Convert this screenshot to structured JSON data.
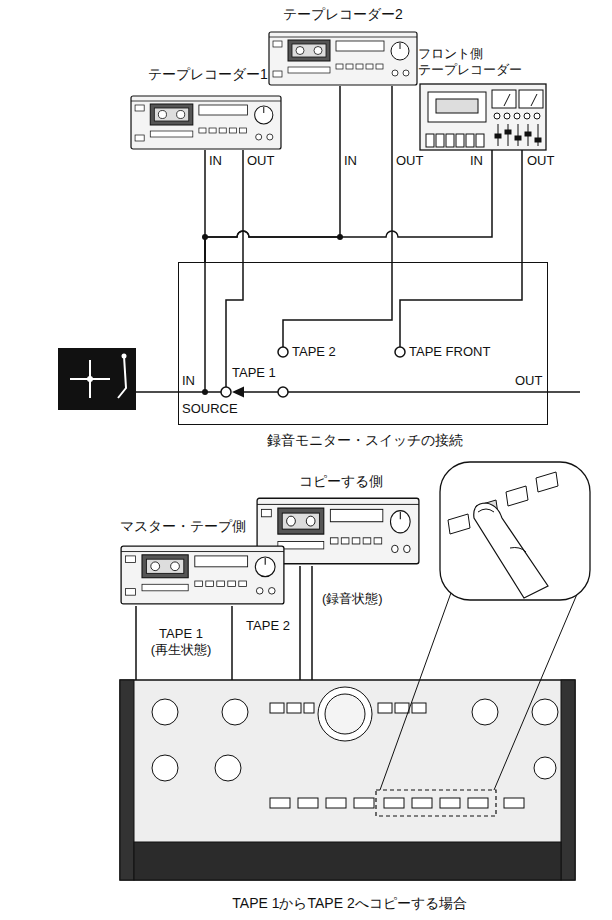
{
  "diagram": {
    "nodes": [
      {
        "text": [
          "テープレコーダー2"
        ]
      },
      {
        "text": [
          "テープレコーダー1"
        ]
      },
      {
        "text": [
          "フロント側 テープレコーダー"
        ]
      },
      {
        "text": [
          "録音モニター・スイッチの接続"
        ]
      },
      {
        "text": [
          "コピーする側"
        ]
      },
      {
        "text": [
          "マスター・テープ側"
        ]
      },
      {
        "text": [
          "TAPE 1からTAPE 2へコピーする場合"
        ]
      }
    ],
    "edges": [
      {
        "from": 1,
        "to": 3,
        "arrow": "none"
      },
      {
        "from": 0,
        "to": 3,
        "arrow": "none"
      },
      {
        "from": 2,
        "to": 3,
        "arrow": "none"
      },
      {
        "from": 3,
        "to": 1,
        "arrow": "none"
      },
      {
        "from": 3,
        "to": 0,
        "arrow": "none"
      },
      {
        "from": 3,
        "to": 2,
        "arrow": "none"
      },
      {
        "from": 5,
        "to": 6,
        "label": "TAPE 1 (再生状態)",
        "arrow": "none"
      },
      {
        "from": 4,
        "to": 6,
        "label": "TAPE 2",
        "arrow": "none"
      }
    ],
    "labels": [
      "IN",
      "OUT",
      "IN",
      "OUT",
      "IN",
      "OUT",
      "TAPE 2",
      "TAPE FRONT",
      "IN",
      "TAPE 1",
      "OUT",
      "SOURCE",
      "(録音状態)"
    ]
  }
}
